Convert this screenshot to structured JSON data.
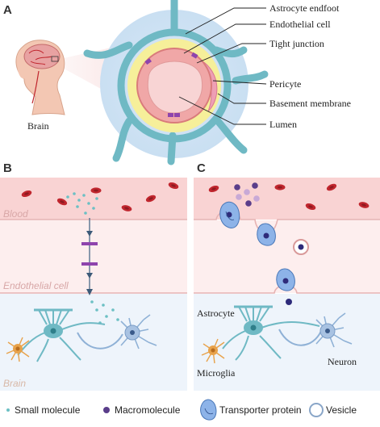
{
  "panels": {
    "a": "A",
    "b": "B",
    "c": "C"
  },
  "panel_a": {
    "brain_label": "Brain",
    "callouts": [
      "Astrocyte endfoot",
      "Endothelial cell",
      "Tight junction",
      "Pericyte",
      "Basement membrane",
      "Lumen"
    ]
  },
  "panel_b": {
    "layers": {
      "blood": "Blood",
      "endothelial": "Endothelial cell",
      "brain": "Brain"
    }
  },
  "panel_c": {
    "labels": {
      "astrocyte": "Astrocyte",
      "microglia": "Microglia",
      "neuron": "Neuron"
    }
  },
  "legend": {
    "small_molecule": "Small molecule",
    "macromolecule": "Macromolecule",
    "transporter": "Transporter protein",
    "vesicle": "Vesicle"
  },
  "colors": {
    "blood_layer": "#f9d3d3",
    "endothelial_layer": "#fdeeee",
    "brain_layer": "#eef4fb",
    "rbc": "#c0262e",
    "astrocyte": "#6fb9c4",
    "neuron": "#8fb1d6",
    "microglia": "#e8a24a",
    "tight_junction": "#8e44ad",
    "macromolecule": "#5a3d8a",
    "small_molecule": "#6cc0c4",
    "layer_label": "#d8a7a7"
  },
  "icons": [
    "brain-head-icon",
    "astrocyte-icon",
    "neuron-icon",
    "microglia-icon",
    "transporter-icon",
    "vesicle-icon",
    "red-blood-cell-icon"
  ]
}
